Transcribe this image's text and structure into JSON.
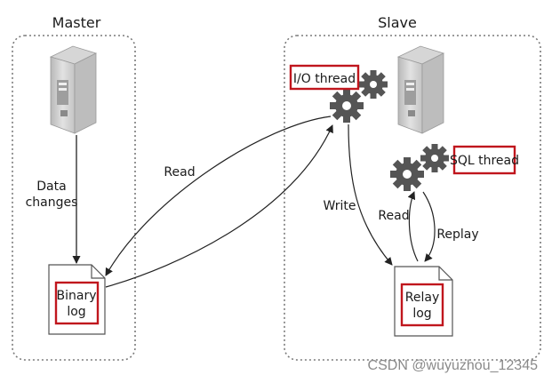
{
  "master": {
    "title": "Master"
  },
  "slave": {
    "title": "Slave"
  },
  "labels": {
    "data_changes_line1": "Data",
    "data_changes_line2": "changes",
    "read_master": "Read",
    "write": "Write",
    "read_slave": "Read",
    "replay": "Replay"
  },
  "logs": {
    "binary_line1": "Binary",
    "binary_line2": "log",
    "relay_line1": "Relay",
    "relay_line2": "log"
  },
  "threads": {
    "io": "I/O thread",
    "sql": "SQL thread"
  },
  "watermark": "CSDN @wuyuzhou_12345",
  "colors": {
    "highlight": "#c0161d",
    "box_border": "#555555",
    "gear": "#555555",
    "server": "#c9c9c9"
  }
}
